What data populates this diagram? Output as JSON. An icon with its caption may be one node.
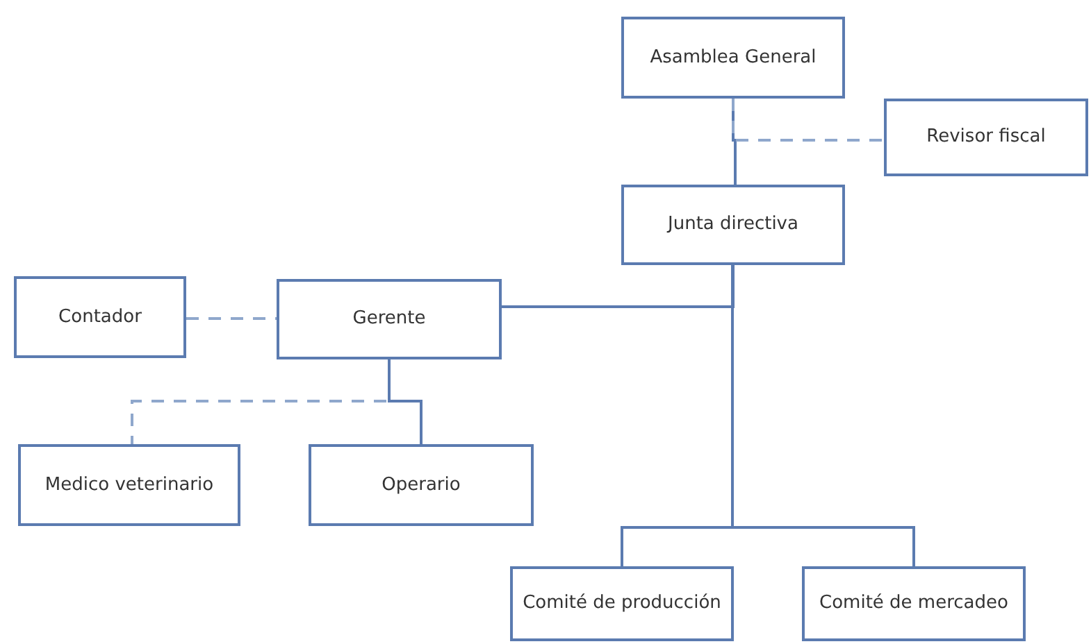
{
  "diagram": {
    "nodes": [
      {
        "text": [
          "Asamblea General"
        ]
      },
      {
        "text": [
          "Revisor fiscal"
        ]
      },
      {
        "text": [
          "Junta directiva"
        ]
      },
      {
        "text": [
          "Contador"
        ]
      },
      {
        "text": [
          "Gerente"
        ]
      },
      {
        "text": [
          "Medico veterinario"
        ]
      },
      {
        "text": [
          "Operario"
        ]
      },
      {
        "text": [
          "Comité de producción"
        ]
      },
      {
        "text": [
          "Comité de mercadeo"
        ]
      }
    ],
    "edges": [
      {
        "from": 0,
        "to": 2,
        "arrow": "none"
      },
      {
        "from": 0,
        "to": 1,
        "arrow": "none",
        "style": "dashed",
        "color": "#8fa7cc"
      },
      {
        "from": 2,
        "to": 4,
        "arrow": "none"
      },
      {
        "from": 2,
        "to": 7,
        "arrow": "none"
      },
      {
        "from": 2,
        "to": 8,
        "arrow": "none"
      },
      {
        "from": 3,
        "to": 4,
        "arrow": "none",
        "style": "dashed",
        "color": "#8fa7cc"
      },
      {
        "from": 4,
        "to": 5,
        "arrow": "none",
        "style": "dashed",
        "color": "#8fa7cc"
      },
      {
        "from": 4,
        "to": 6,
        "arrow": "none"
      }
    ]
  }
}
